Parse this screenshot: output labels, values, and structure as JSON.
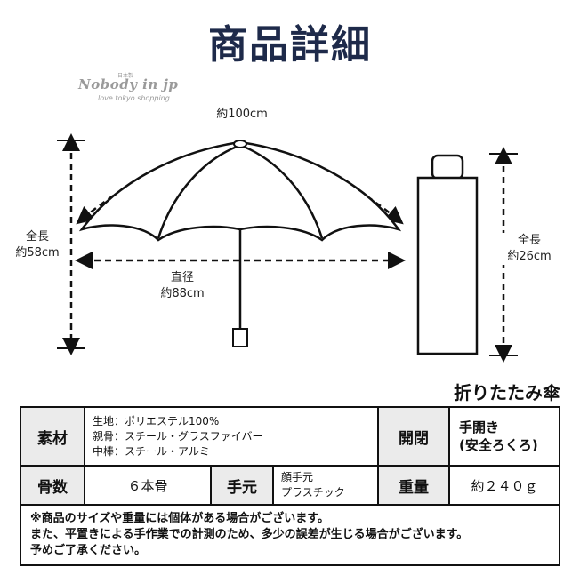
{
  "title": "商品詳細",
  "logo": {
    "brand": "Nobody in jp",
    "small_text": "日本製",
    "tagline": "love tokyo shopping"
  },
  "diagram": {
    "arc_label": "約100cm",
    "length_label_line1": "全長",
    "length_label_line2": "約58cm",
    "diameter_label_line1": "直径",
    "diameter_label_line2": "約88cm",
    "folded_label_line1": "全長",
    "folded_label_line2": "約26cm"
  },
  "subtitle": "折りたたみ傘",
  "table": {
    "material_head": "素材",
    "material_lines": [
      "生地：ポリエステル100%",
      "親骨：スチール・グラスファイバー",
      "中棒：スチール・アルミ"
    ],
    "open_head": "開閉",
    "open_value_line1": "手開き",
    "open_value_line2": "(安全ろくろ)",
    "ribs_head": "骨数",
    "ribs_value": "６本骨",
    "handle_head": "手元",
    "handle_value_line1": "顔手元",
    "handle_value_line2": "プラスチック",
    "weight_head": "重量",
    "weight_value": "約２４０ｇ",
    "note_lines": [
      "※商品のサイズや重量には個体がある場合がございます。",
      "また、平置きによる手作業での計測のため、多少の誤差が生じる場合がございます。",
      "予めご了承ください。"
    ]
  },
  "colors": {
    "title": "#1e2a4a",
    "table_head_bg": "#ebebeb",
    "logo": "#9a9a9a"
  }
}
